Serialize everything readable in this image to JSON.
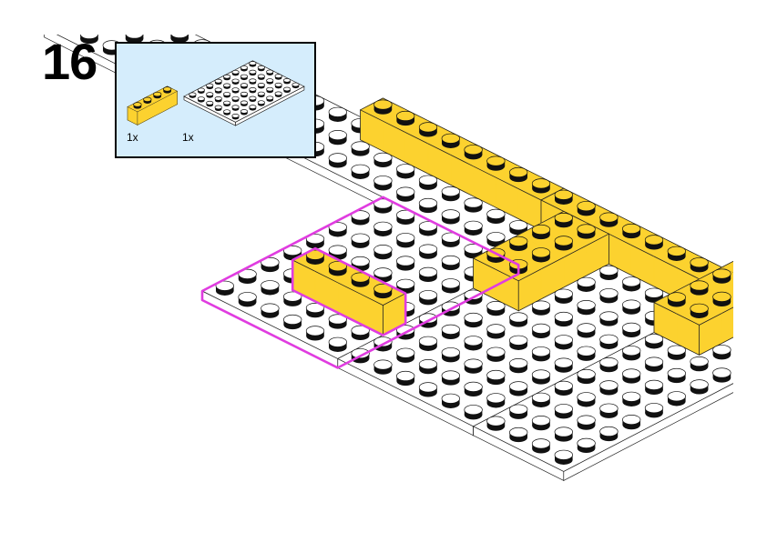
{
  "step": {
    "number": "16"
  },
  "parts_list": {
    "items": [
      {
        "quantity": "1x",
        "color": "#fcd22f",
        "studs": [
          1,
          4
        ]
      },
      {
        "quantity": "1x",
        "color": "#ffffff",
        "studs": [
          6,
          8
        ]
      }
    ]
  },
  "colors": {
    "brick_yellow": "#fcd22f",
    "plate_white": "#ffffff",
    "highlight": "#e03ce0",
    "parts_box_bg": "#d5edfc",
    "outline": "#222222"
  }
}
